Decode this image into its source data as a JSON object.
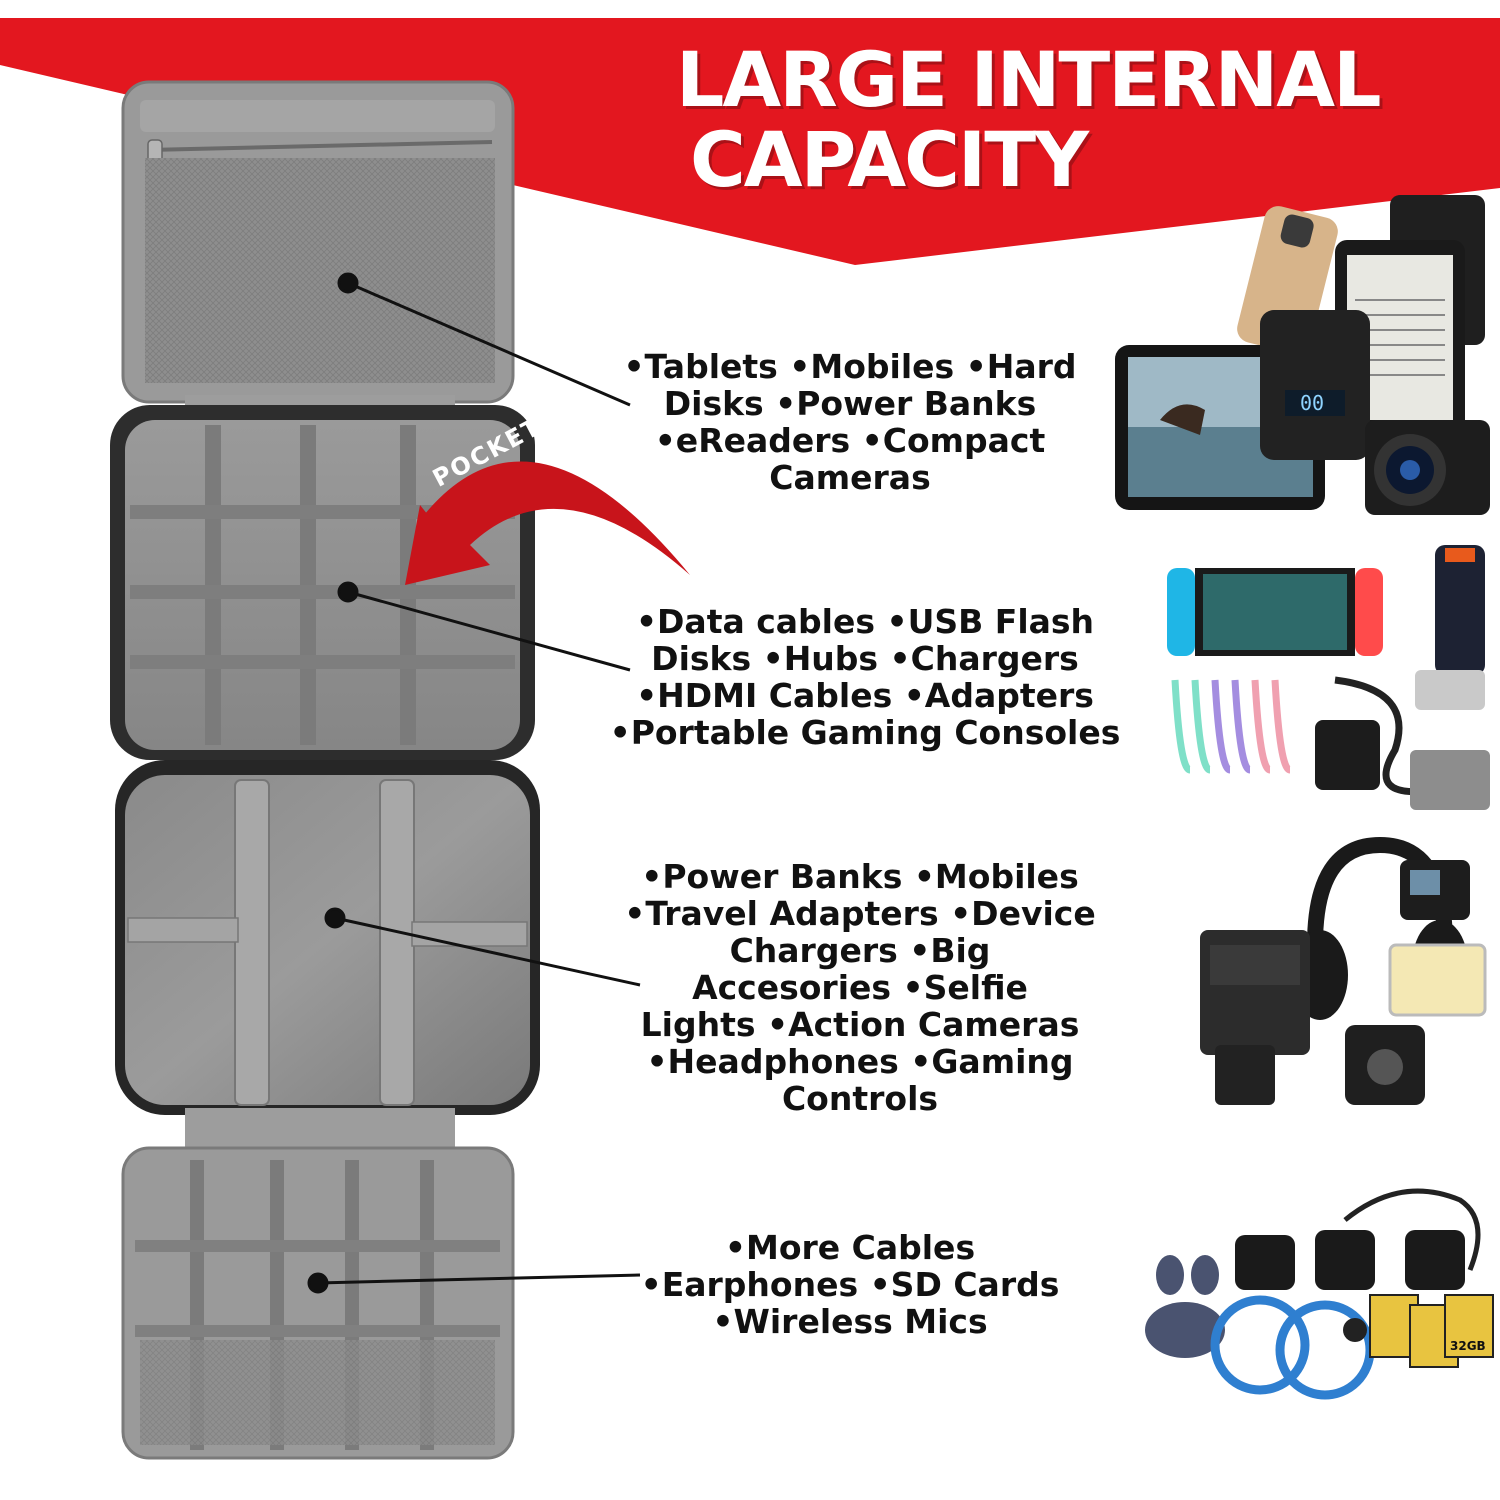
{
  "header": {
    "title_line_1": "LARGE INTERNAL",
    "title_line_2": "CAPACITY",
    "banner_color": "#e3171f"
  },
  "pocket_label": "POCKET",
  "sections": [
    {
      "lines": [
        "•Tablets •Mobiles •Hard",
        "Disks •Power Banks",
        "•eReaders •Compact",
        "Cameras"
      ]
    },
    {
      "lines": [
        "•Data cables •USB Flash",
        "Disks •Hubs •Chargers",
        "•HDMI Cables •Adapters",
        "•Portable Gaming Consoles"
      ]
    },
    {
      "lines": [
        "•Power Banks •Mobiles",
        "•Travel Adapters •Device",
        "Chargers •Big",
        "Accesories •Selfie",
        "Lights •Action Cameras",
        "•Headphones •Gaming",
        "Controls"
      ]
    },
    {
      "lines": [
        "•More Cables",
        "•Earphones •SD Cards",
        "•Wireless Mics"
      ]
    }
  ],
  "product_labels": {
    "power_bank_display": "00",
    "sd_card_capacity": "32GB"
  },
  "colors": {
    "bag_gray": "#8c8c8c",
    "bag_dark": "#6f6f6f",
    "bag_black": "#2a2a2a",
    "arrow_red": "#c8141b"
  }
}
